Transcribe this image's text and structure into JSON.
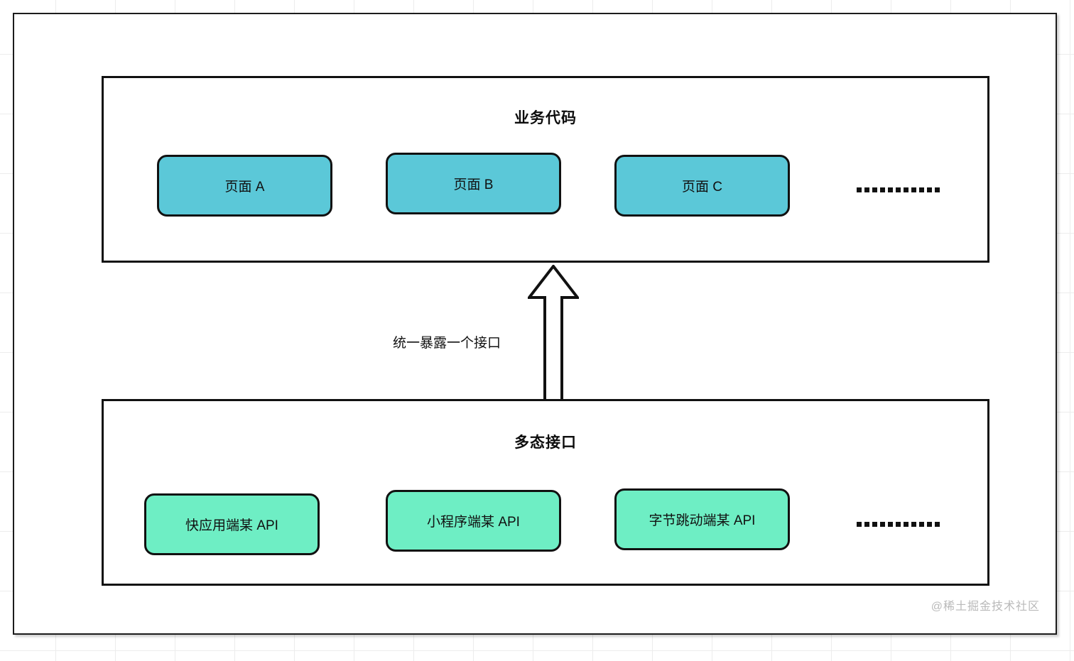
{
  "diagram": {
    "sections": [
      {
        "id": "business",
        "title": "业务代码",
        "nodes": [
          {
            "label": "页面 A",
            "color": "#5bc8d8"
          },
          {
            "label": "页面 B",
            "color": "#5bc8d8"
          },
          {
            "label": "页面 C",
            "color": "#5bc8d8"
          }
        ],
        "ellipsis": "............"
      },
      {
        "id": "polymorphic",
        "title": "多态接口",
        "nodes": [
          {
            "label": "快应用端某 API",
            "color": "#6eeec4"
          },
          {
            "label": "小程序端某 API",
            "color": "#6eeec4"
          },
          {
            "label": "字节跳动端某 API",
            "color": "#6eeec4"
          }
        ],
        "ellipsis": "............"
      }
    ],
    "connector": {
      "label": "统一暴露一个接口",
      "direction": "up",
      "style": "hollow-block-arrow",
      "from": "多态接口",
      "to": "业务代码"
    }
  },
  "watermark": "@稀土掘金技术社区",
  "colors": {
    "teal": "#5bc8d8",
    "green": "#6eeec4",
    "stroke": "#111111",
    "grid": "#ececec",
    "watermark": "#b9b9b9"
  }
}
